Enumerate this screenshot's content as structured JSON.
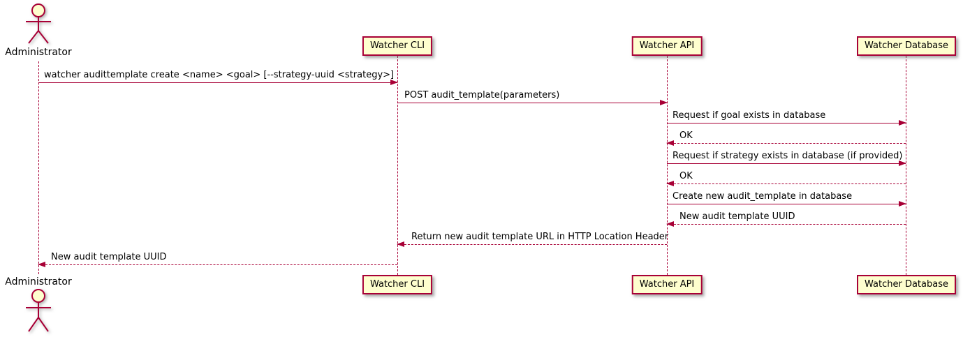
{
  "colors": {
    "accent": "#A80036",
    "participant_fill": "#FEFECE",
    "text": "#000000",
    "background": "#FFFFFF"
  },
  "actor": {
    "name": "Administrator"
  },
  "participants": [
    {
      "label": "Watcher CLI"
    },
    {
      "label": "Watcher API"
    },
    {
      "label": "Watcher Database"
    }
  ],
  "messages": [
    {
      "from": "Administrator",
      "to": "Watcher CLI",
      "line": "solid",
      "text": "watcher audittemplate create <name> <goal> [--strategy-uuid <strategy>]"
    },
    {
      "from": "Watcher CLI",
      "to": "Watcher API",
      "line": "solid",
      "text": "POST audit_template(parameters)"
    },
    {
      "from": "Watcher API",
      "to": "Watcher Database",
      "line": "solid",
      "text": "Request if goal exists in database"
    },
    {
      "from": "Watcher Database",
      "to": "Watcher API",
      "line": "dashed",
      "text": "OK"
    },
    {
      "from": "Watcher API",
      "to": "Watcher Database",
      "line": "solid",
      "text": "Request if strategy exists in database (if provided)"
    },
    {
      "from": "Watcher Database",
      "to": "Watcher API",
      "line": "dashed",
      "text": "OK"
    },
    {
      "from": "Watcher API",
      "to": "Watcher Database",
      "line": "solid",
      "text": "Create new audit_template in database"
    },
    {
      "from": "Watcher Database",
      "to": "Watcher API",
      "line": "dashed",
      "text": "New audit template UUID"
    },
    {
      "from": "Watcher API",
      "to": "Watcher CLI",
      "line": "dashed",
      "text": "Return new audit template URL in HTTP Location Header"
    },
    {
      "from": "Watcher CLI",
      "to": "Administrator",
      "line": "dashed",
      "text": "New audit template UUID"
    }
  ]
}
